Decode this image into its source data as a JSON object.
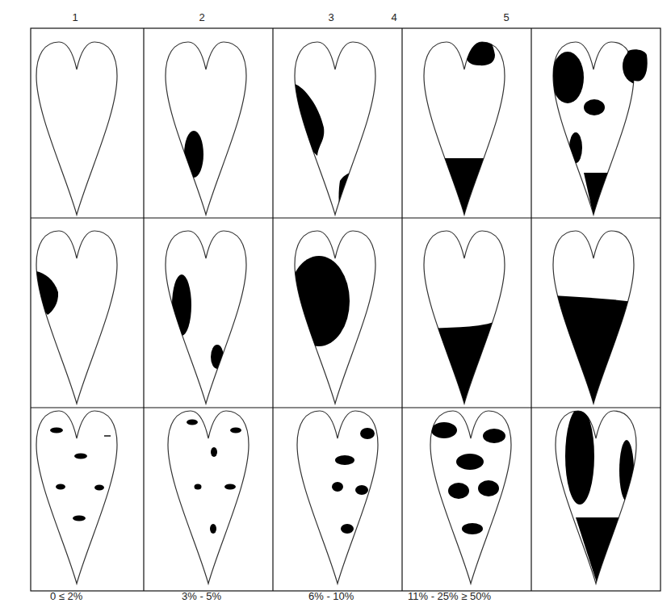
{
  "diagram": {
    "labels": [
      "1",
      "2",
      "3",
      "4",
      "5",
      "0 ≤ 2%",
      "3% - 5%",
      "6% - 10%",
      "11% - 25% ≥ 50%"
    ]
  }
}
